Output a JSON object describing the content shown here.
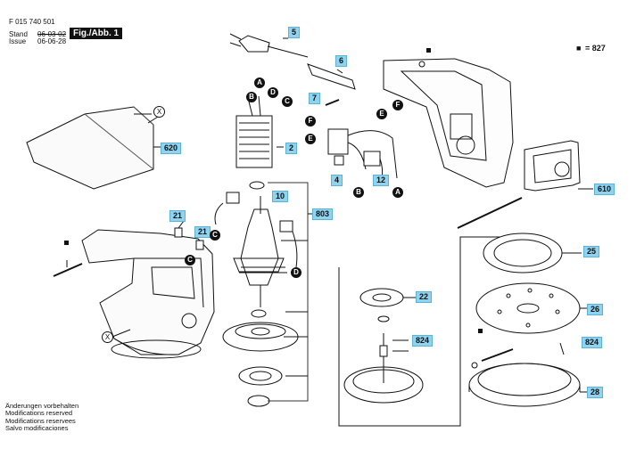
{
  "header": {
    "part_number": "F 015 740 501",
    "stand_label": "Stand",
    "issue_label": "Issue",
    "stand_date": "06-03-02",
    "issue_date": "06-06-28",
    "figure_label": "Fig./Abb. 1"
  },
  "legend": {
    "marker": "■",
    "value": "= 827"
  },
  "callouts": {
    "c5": "5",
    "c6": "6",
    "c7": "7",
    "c620": "620",
    "c2": "2",
    "c4": "4",
    "c12": "12",
    "c10": "10",
    "c803": "803",
    "c21a": "21",
    "c21b": "21",
    "c610": "610",
    "c25": "25",
    "c22": "22",
    "c26": "26",
    "c824a": "824",
    "c824b": "824",
    "c28": "28"
  },
  "letters": {
    "A1": "A",
    "B1": "B",
    "D1": "D",
    "C1": "C",
    "F1": "F",
    "E1": "E",
    "F2": "F",
    "E2": "E",
    "B2": "B",
    "A2": "A",
    "C2": "C",
    "C3": "C",
    "D2": "D",
    "X1": "X",
    "X2": "X"
  },
  "footer": {
    "line1": "Änderungen vorbehalten",
    "line2": "Modifications reserved",
    "line3": "Modifications reservees",
    "line4": "Salvo modificaciones"
  }
}
